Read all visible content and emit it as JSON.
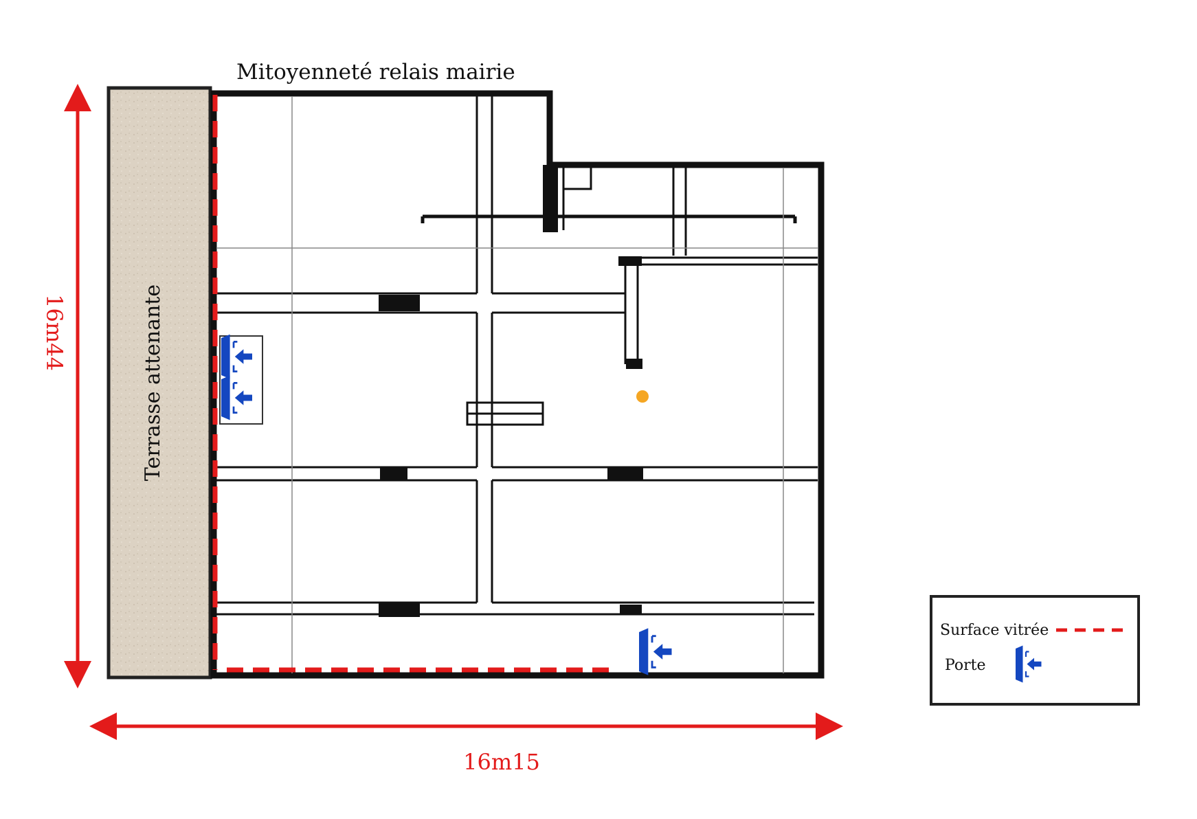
{
  "plan": {
    "title": "Mitoyenneté relais mairie",
    "terrace_label": "Terrasse attenante",
    "height_dimension": "16m44",
    "width_dimension": "16m15"
  },
  "legend": {
    "glass_label": "Surface vitrée",
    "door_label": "Porte"
  },
  "colors": {
    "dimension": "#e31b1b",
    "glass": "#e31b1b",
    "door": "#1447c0",
    "terrace": "#d9cfc0",
    "marker": "#f5a623"
  }
}
